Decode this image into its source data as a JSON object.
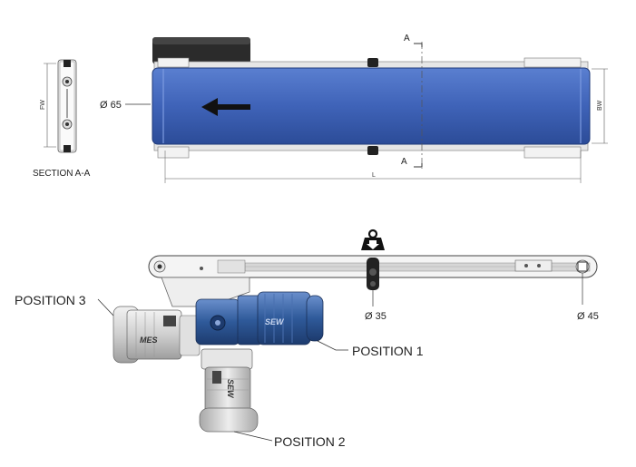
{
  "top_view": {
    "belt_diameter_label": "Ø 65",
    "section_mark_top": "A",
    "section_mark_bottom": "A",
    "length_dim": "L",
    "width_dim": "BW"
  },
  "section": {
    "title": "SECTION A-A",
    "width_dim": "FW"
  },
  "side_view": {
    "middle_roller_label": "Ø 35",
    "end_roller_label": "Ø 45",
    "load_icon": "weight-icon",
    "position_1": "POSITION 1",
    "position_2": "POSITION 2",
    "position_3": "POSITION 3",
    "motor_brand": "MES",
    "gearbox_brand": "SEW"
  },
  "colors": {
    "belt": "#3f63b8",
    "motor_blue": "#2f5a9a",
    "frame_grey": "#d9d9d9"
  }
}
